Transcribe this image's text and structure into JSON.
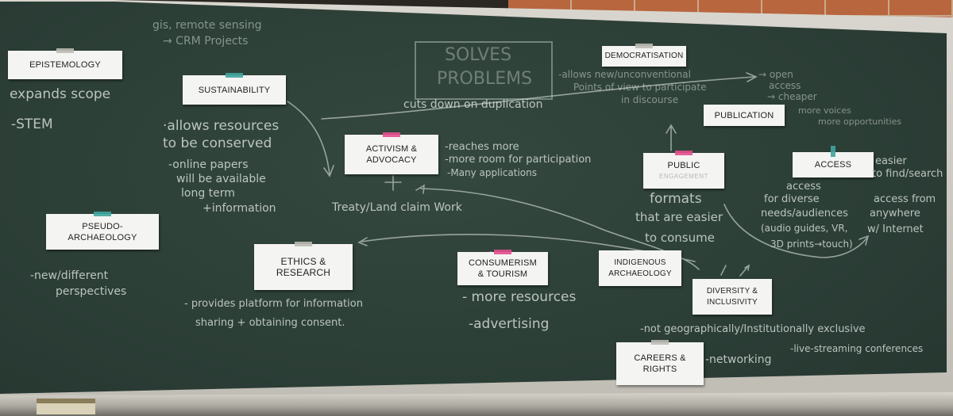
{
  "cards": {
    "epistemology": "EPISTEMOLOGY",
    "sustainability": "SUSTAINABILITY",
    "democratisation": "DEMOCRATISATION",
    "publication": "PUBLICATION",
    "activism_l1": "ACTIVISM &",
    "activism_l2": "ADVOCACY",
    "public_l1": "PUBLIC",
    "public_sub": "ENGAGEMENT",
    "access": "ACCESS",
    "pseudo_l1": "PSEUDO-",
    "pseudo_l2": "ARCHAEOLOGY",
    "ethics_l1": "ETHICS &",
    "ethics_l2": "RESEARCH",
    "consumerism_l1": "CONSUMERISM",
    "consumerism_l2": "& TOURISM",
    "indigenous_l1": "INDIGENOUS",
    "indigenous_l2": "ARCHAEOLOGY",
    "diversity_l1": "DIVERSITY &",
    "diversity_l2": "INCLUSIVITY",
    "careers_l1": "CAREERS &",
    "careers_l2": "RIGHTS"
  },
  "notes": {
    "gis_1": "gis, remote sensing",
    "gis_2": "→ CRM Projects",
    "solves_1": "SOLVES",
    "solves_2": "PROBLEMS",
    "expands": "expands scope",
    "stem": "-STEM",
    "allows_1": "·allows resources",
    "allows_2": "to be conserved",
    "online_1": "-online papers",
    "online_2": "will be available",
    "online_3": "long term",
    "online_4": "+information",
    "cuts": "cuts down on duplication",
    "dem_1": "-allows new/unconventional",
    "dem_2": "Points of view to participate",
    "dem_3": "in discourse",
    "open_1": "→ open",
    "open_2": "access",
    "open_3": "→ cheaper",
    "open_4": "more voices",
    "open_5": "more opportunities",
    "act_1": "-reaches more",
    "act_2": "-more room for participation",
    "act_3": "-Many applications",
    "treaty": "Treaty/Land claim Work",
    "formats_1": "formats",
    "formats_2": "that are easier",
    "formats_3": "to consume",
    "access_1": "access",
    "access_2": "for diverse",
    "access_3": "needs/audiences",
    "access_4": "(audio guides, VR,",
    "access_5": "3D prints→touch)",
    "easier_1": "easier",
    "easier_2": "to find/search",
    "anywhere_1": "access from",
    "anywhere_2": "anywhere",
    "anywhere_3": "w/ Internet",
    "new_1": "-new/different",
    "new_2": "perspectives",
    "provides_1": "- provides platform for information",
    "provides_2": "sharing + obtaining consent.",
    "more_res": "- more resources",
    "advert": "-advertising",
    "not_geo": "-not geographically/Institutionally exclusive",
    "networking": "-networking",
    "live": "-live-streaming conferences"
  }
}
